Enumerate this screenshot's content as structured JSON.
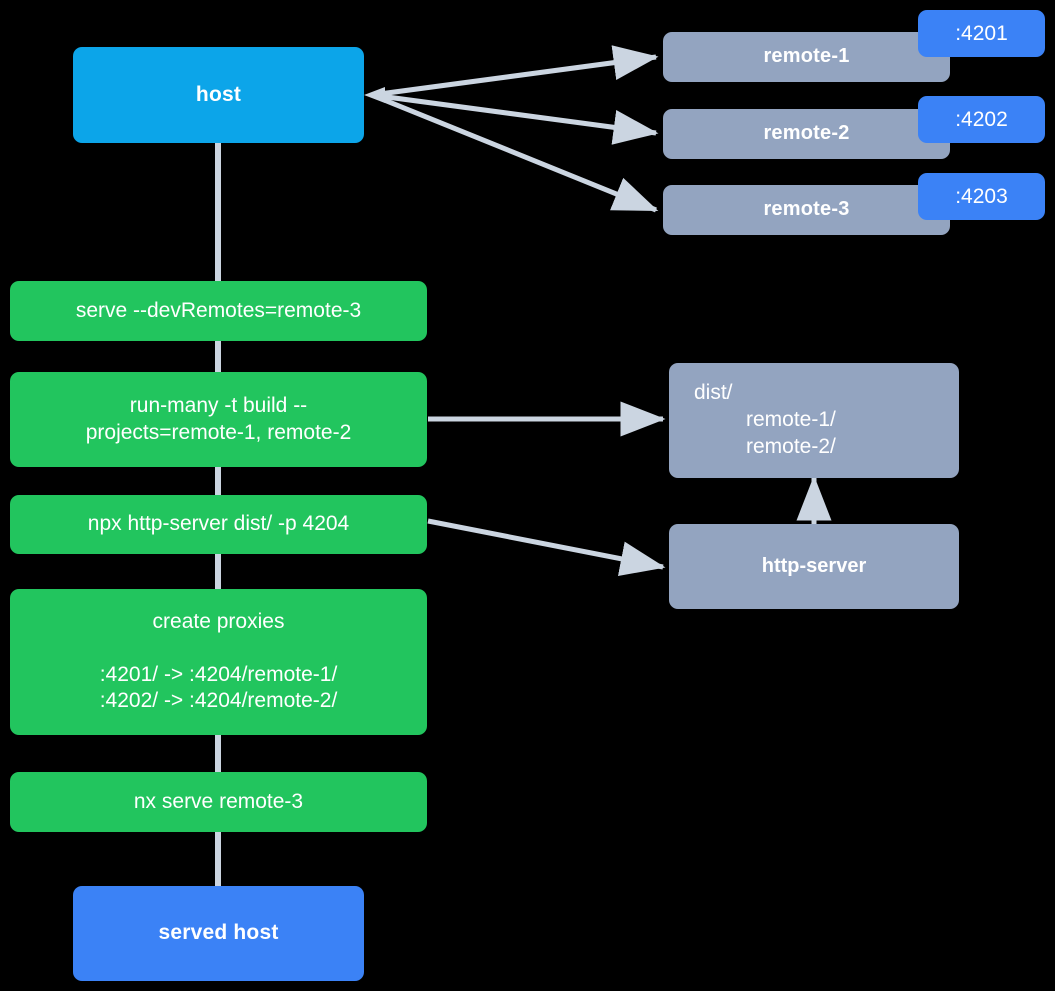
{
  "diagram": {
    "title": "Nx Module Federation host and remotes serve flow",
    "background": "#000000",
    "colors": {
      "host": "#0CA5E9",
      "served_host": "#3B82F6",
      "remote": "#93A4C0",
      "command": "#22C55E",
      "port_badge": "#3B82F6",
      "edge": "#CBD5E1",
      "text": "#FFFFFF"
    }
  },
  "nodes": {
    "host": {
      "label": "host"
    },
    "served_host": {
      "label": "served host"
    },
    "remotes": [
      {
        "label": "remote-1",
        "port": ":4201"
      },
      {
        "label": "remote-2",
        "port": ":4202"
      },
      {
        "label": "remote-3",
        "port": ":4203"
      }
    ],
    "commands": [
      {
        "id": "serve",
        "line1": "serve --devRemotes=remote-3",
        "line2": "",
        "line3": "",
        "line4": ""
      },
      {
        "id": "run-many",
        "line1": "run-many -t build --",
        "line2": "projects=remote-1, remote-2",
        "line3": "",
        "line4": ""
      },
      {
        "id": "http-server-cmd",
        "line1": "npx http-server dist/ -p 4204",
        "line2": "",
        "line3": "",
        "line4": ""
      },
      {
        "id": "create-proxies",
        "line1": "create proxies",
        "line2": "",
        "line3": ":4201/ -> :4204/remote-1/",
        "line4": ":4202/ -> :4204/remote-2/"
      },
      {
        "id": "nx-serve-remote3",
        "line1": "nx serve remote-3",
        "line2": "",
        "line3": "",
        "line4": ""
      }
    ],
    "artifacts": {
      "dist": {
        "root": "dist/",
        "child1": "remote-1/",
        "child2": "remote-2/"
      },
      "http_server": {
        "label": "http-server"
      }
    }
  },
  "edges": [
    {
      "from": "host",
      "to": "remote-1",
      "kind": "arrow"
    },
    {
      "from": "host",
      "to": "remote-2",
      "kind": "arrow"
    },
    {
      "from": "host",
      "to": "remote-3",
      "kind": "arrow"
    },
    {
      "from": "host",
      "to": "serve",
      "kind": "line"
    },
    {
      "from": "serve",
      "to": "run-many",
      "kind": "line"
    },
    {
      "from": "run-many",
      "to": "http-server-cmd",
      "kind": "line"
    },
    {
      "from": "http-server-cmd",
      "to": "create-proxies",
      "kind": "line"
    },
    {
      "from": "create-proxies",
      "to": "nx-serve-remote3",
      "kind": "line"
    },
    {
      "from": "nx-serve-remote3",
      "to": "served-host",
      "kind": "line"
    },
    {
      "from": "run-many",
      "to": "dist",
      "kind": "arrow"
    },
    {
      "from": "http-server-cmd",
      "to": "http-server",
      "kind": "arrow"
    },
    {
      "from": "http-server",
      "to": "dist",
      "kind": "arrow"
    }
  ]
}
